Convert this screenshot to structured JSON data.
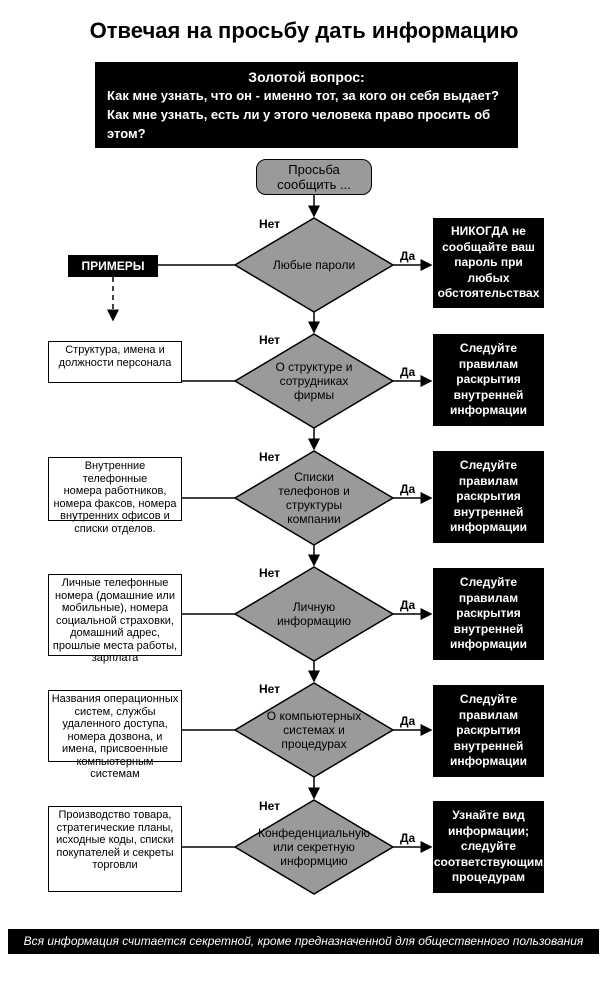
{
  "title": "Отвечая на просьбу дать информацию",
  "golden": {
    "heading": "Золотой вопрос:",
    "line1": "Как мне узнать, что он - именно тот, за кого он себя выдает?",
    "line2": "Как мне узнать, есть ли у этого человека право просить об",
    "line3": "этом?"
  },
  "start": {
    "line1": "Просьба",
    "line2": "сообщить ..."
  },
  "examples_label": "ПРИМЕРЫ",
  "no_label": "Нет",
  "yes_label": "Да",
  "decisions": [
    {
      "lines": [
        "Любые пароли"
      ],
      "action": [
        "НИКОГДА не",
        "сообщайте ваш",
        "пароль при",
        "любых",
        "обстоятельствах"
      ],
      "example": []
    },
    {
      "lines": [
        "О структуре и",
        "сотрудниках",
        "фирмы"
      ],
      "action": [
        "Следуйте",
        "правилам",
        "раскрытия",
        "внутренней",
        "информации"
      ],
      "example": [
        "Структура, имена и",
        "должности персонала"
      ]
    },
    {
      "lines": [
        "Списки",
        "телефонов и",
        "структуры",
        "компании"
      ],
      "action": [
        "Следуйте",
        "правилам",
        "раскрытия",
        "внутренней",
        "информации"
      ],
      "example": [
        "Внутренние телефонные",
        "номера работников,",
        "номера факсов, номера",
        "внутренних офисов и",
        "списки отделов."
      ]
    },
    {
      "lines": [
        "Личную",
        "информацию"
      ],
      "action": [
        "Следуйте",
        "правилам",
        "раскрытия",
        "внутренней",
        "информации"
      ],
      "example": [
        "Личные телефонные",
        "номера (домашние или",
        "мобильные), номера",
        "социальной страховки,",
        "домашний адрес,",
        "прошлые места работы,",
        "зарплата"
      ]
    },
    {
      "lines": [
        "О компьютерных",
        "системах и",
        "процедурах"
      ],
      "action": [
        "Следуйте",
        "правилам",
        "раскрытия",
        "внутренней",
        "информации"
      ],
      "example": [
        "Названия операционных",
        "систем, службы",
        "удаленного доступа,",
        "номера дозвона, и",
        "имена, присвоенные",
        "компьютерным системам"
      ]
    },
    {
      "lines": [
        "Конфеденциальную",
        "или секретную",
        "информцию"
      ],
      "action": [
        "Узнайте вид",
        "информации;",
        "следуйте",
        "соответствующим",
        "процедурам"
      ],
      "example": [
        "Производство товара,",
        "стратегические планы,",
        "исходные коды, списки",
        "покупателей и секреты",
        "торговли"
      ]
    }
  ],
  "footer": "Вся информация считается секретной, кроме предназначенной для общественного пользования",
  "colors": {
    "diamond": "#9a9a9a",
    "box": "#000000",
    "text_on_box": "#ffffff"
  }
}
